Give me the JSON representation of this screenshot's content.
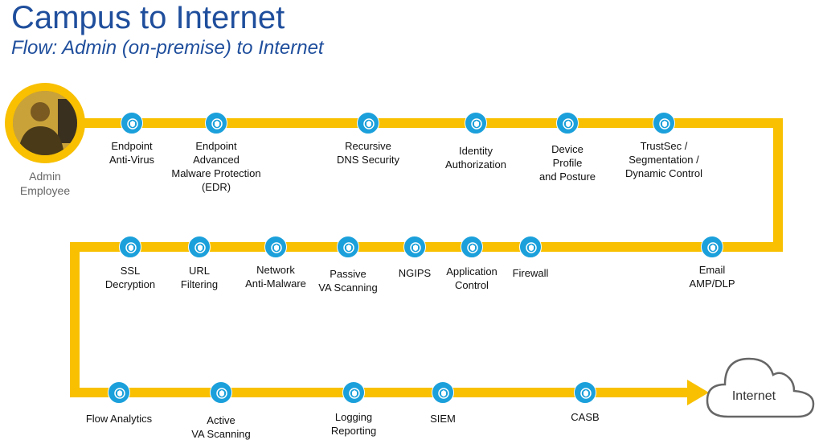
{
  "title": "Campus to Internet",
  "subtitle": "Flow:  Admin (on-premise) to Internet",
  "colors": {
    "path": "#f8c000",
    "icon": "#1ba0db",
    "title": "#1f4e9c"
  },
  "start": {
    "label": "Admin\nEmployee"
  },
  "end": {
    "label": "Internet"
  },
  "row1": [
    {
      "label": "Endpoint\nAnti-Virus",
      "icon": "biohazard-shield-icon"
    },
    {
      "label": "Endpoint\nAdvanced\nMalware Protection\n(EDR)",
      "icon": "laptop-shield-icon"
    },
    {
      "label": "Recursive\nDNS Security",
      "icon": "dns-shield-icon"
    },
    {
      "label": "Identity\nAuthorization",
      "icon": "fingerprint-icon"
    },
    {
      "label": "Device\nProfile\nand Posture",
      "icon": "device-network-icon"
    },
    {
      "label": "TrustSec /\nSegmentation /\nDynamic Control",
      "icon": "tag-icon"
    }
  ],
  "row2": [
    {
      "label": "SSL\nDecryption",
      "icon": "ssl-icon"
    },
    {
      "label": "URL\nFiltering",
      "icon": "url-shield-icon"
    },
    {
      "label": "Network\nAnti-Malware",
      "icon": "firewall-shield-icon"
    },
    {
      "label": "Passive\nVA Scanning",
      "icon": "network-scan-icon"
    },
    {
      "label": "NGIPS",
      "icon": "ips-shield-icon"
    },
    {
      "label": "Application\nControl",
      "icon": "app-window-icon"
    },
    {
      "label": "Firewall",
      "icon": "firewall-icon"
    },
    {
      "label": "Email\nAMP/DLP",
      "icon": "email-search-icon"
    }
  ],
  "row3": [
    {
      "label": "Flow Analytics",
      "icon": "magnifier-icon"
    },
    {
      "label": "Active\nVA Scanning",
      "icon": "network-scan-icon"
    },
    {
      "label": "Logging\nReporting",
      "icon": "log-server-icon"
    },
    {
      "label": "SIEM",
      "icon": "siem-server-icon"
    },
    {
      "label": "CASB",
      "icon": "cloud-access-icon"
    }
  ]
}
